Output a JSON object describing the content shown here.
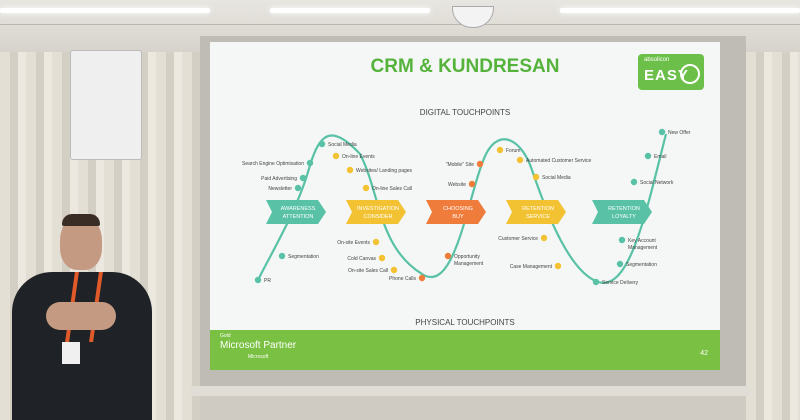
{
  "slide": {
    "title": "CRM & KUNDRESAN",
    "logo_top": "absolicon",
    "logo_main": "EASY",
    "digital_label": "DIGITAL TOUCHPOINTS",
    "physical_label": "PHYSICAL TOUCHPOINTS",
    "partner_small": "Gold",
    "partner_label": "Microsoft Partner",
    "partner_ms": "Microsoft",
    "page_number": "42",
    "stages": [
      {
        "label": "AWARENESS\nATTENTION",
        "color": "#59c2a6"
      },
      {
        "label": "INVESTIGATION\nCONSIDER",
        "color": "#f2c233"
      },
      {
        "label": "CHOOSING\nBUY",
        "color": "#f07c3b"
      },
      {
        "label": "RETENTION\nSERVICE",
        "color": "#f2c233"
      },
      {
        "label": "RETENTION\nLOYALTY",
        "color": "#59c2a6"
      }
    ],
    "touchpoints": [
      {
        "label": "PR",
        "color": "#59c2a6"
      },
      {
        "label": "Segmentation",
        "color": "#59c2a6"
      },
      {
        "label": "Newsletter",
        "color": "#59c2a6"
      },
      {
        "label": "Paid Advertising",
        "color": "#59c2a6"
      },
      {
        "label": "Search Engine Optimisation",
        "color": "#59c2a6"
      },
      {
        "label": "Social Media",
        "color": "#59c2a6"
      },
      {
        "label": "On-line Events",
        "color": "#f2c233"
      },
      {
        "label": "Websites/ Landing pages",
        "color": "#f2c233"
      },
      {
        "label": "On-line Sales Call",
        "color": "#f2c233"
      },
      {
        "label": "On-site Events",
        "color": "#f2c233"
      },
      {
        "label": "Cold Canvas",
        "color": "#f2c233"
      },
      {
        "label": "On-site Sales Call",
        "color": "#f2c233"
      },
      {
        "label": "Phone Calls",
        "color": "#f07c3b"
      },
      {
        "label": "Opportunity\nManagement",
        "color": "#f07c3b"
      },
      {
        "label": "Website",
        "color": "#f07c3b"
      },
      {
        "label": "\"Mobile\" Site",
        "color": "#f07c3b"
      },
      {
        "label": "Forum",
        "color": "#f2c233"
      },
      {
        "label": "Automated Customer Service",
        "color": "#f2c233"
      },
      {
        "label": "Social Media",
        "color": "#f2c233"
      },
      {
        "label": "Customer Service",
        "color": "#f2c233"
      },
      {
        "label": "Case Management",
        "color": "#f2c233"
      },
      {
        "label": "Service Delivery",
        "color": "#59c2a6"
      },
      {
        "label": "Segmentation",
        "color": "#59c2a6"
      },
      {
        "label": "Key Account\nManagement",
        "color": "#59c2a6"
      },
      {
        "label": "Social Network",
        "color": "#59c2a6"
      },
      {
        "label": "Email",
        "color": "#59c2a6"
      },
      {
        "label": "New Offer",
        "color": "#59c2a6"
      }
    ]
  }
}
